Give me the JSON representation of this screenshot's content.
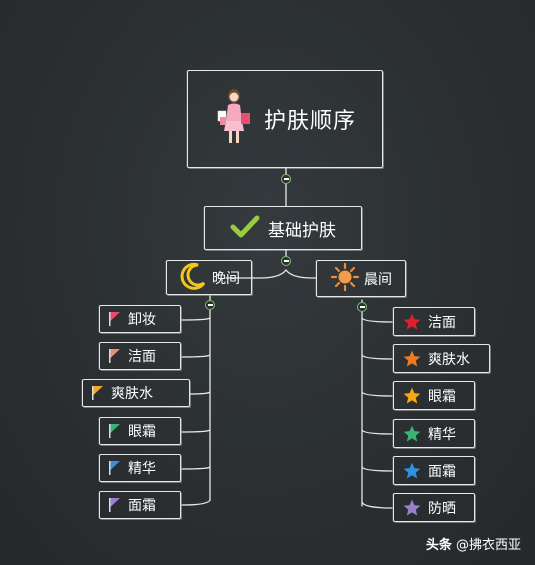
{
  "root": {
    "label": "护肤顺序",
    "icon": "woman-shopping-icon"
  },
  "level1": {
    "label": "基础护肤",
    "icon": "checkmark-icon"
  },
  "evening": {
    "label": "晚间",
    "icon": "crescent-moon-icon",
    "items": [
      {
        "label": "卸妆",
        "flag_color": "#e84c6a"
      },
      {
        "label": "洁面",
        "flag_color": "#f08a7c"
      },
      {
        "label": "爽肤水",
        "flag_color": "#f5a623"
      },
      {
        "label": "眼霜",
        "flag_color": "#3cb371"
      },
      {
        "label": "精华",
        "flag_color": "#3b8fe0"
      },
      {
        "label": "面霜",
        "flag_color": "#9a7fc9"
      }
    ]
  },
  "morning": {
    "label": "晨间",
    "icon": "sun-icon",
    "items": [
      {
        "label": "洁面",
        "star_color": "#e0202c"
      },
      {
        "label": "爽肤水",
        "star_color": "#f07a22"
      },
      {
        "label": "眼霜",
        "star_color": "#f5a90f"
      },
      {
        "label": "精华",
        "star_color": "#3cb371"
      },
      {
        "label": "面霜",
        "star_color": "#2f8fe0"
      },
      {
        "label": "防晒",
        "star_color": "#9a7fc9"
      }
    ]
  },
  "footer": {
    "source": "头条",
    "author": "@拂衣西亚"
  }
}
